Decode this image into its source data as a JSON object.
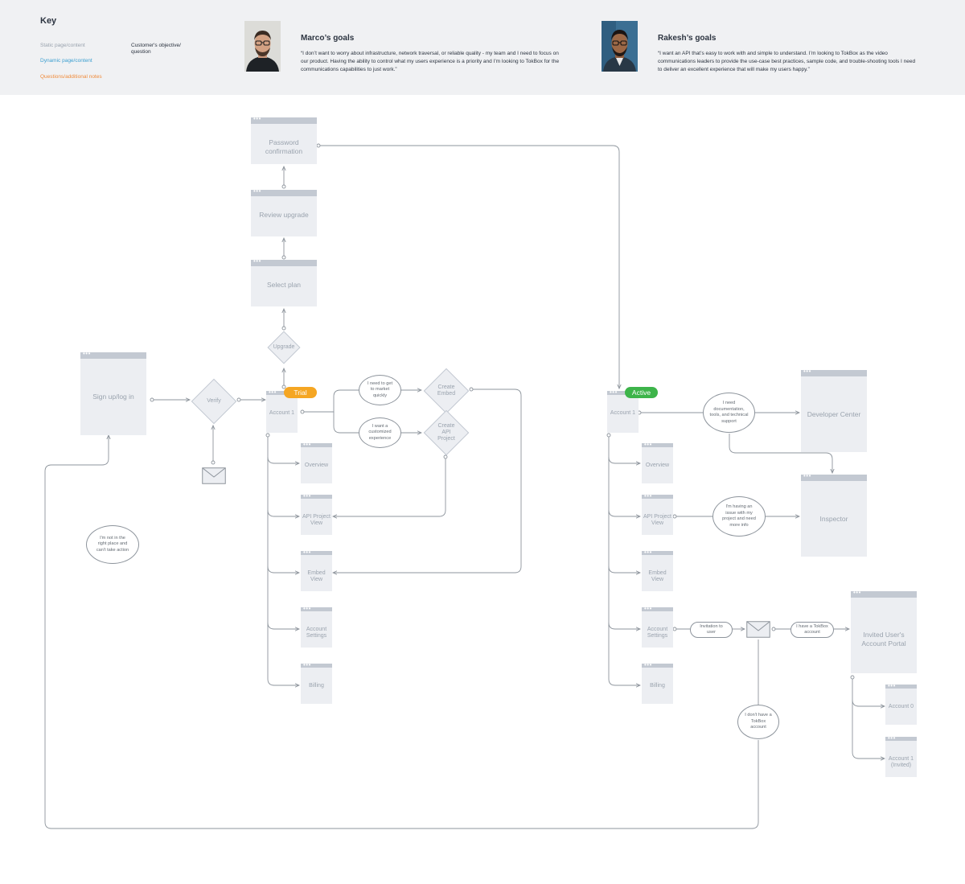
{
  "key": {
    "title": "Key",
    "static_label": "Static page/content",
    "dynamic_label": "Dynamic page/content",
    "notes_label": "Questions/additional notes",
    "objective_label": "Customer's objective/ question",
    "colors": {
      "static": "#9aa3ae",
      "dynamic": "#3b9fd0",
      "notes": "#ef8b3b"
    }
  },
  "personas": [
    {
      "name": "Marco’s goals",
      "quote": "“I don’t want to worry about infrastructure, network traversal, or reliable quality - my team and I need to focus on our product. Having the ability to control what my users experience is a priority and I’m looking to TokBox for the communications capabilities to just work.”"
    },
    {
      "name": "Rakesh’s goals",
      "quote": "“I want an API that’s easy to work with and simple to understand. I’m looking to TokBox as the video communications leaders to provide the use-case best practices, sample code, and trouble-shooting tools I need to deliver an excellent experience that will make my users happy.”"
    }
  ],
  "pages": {
    "signup": "Sign up/log in",
    "password": "Password confirmation",
    "review": "Review upgrade",
    "select_plan": "Select plan",
    "trial_account": "Account 1",
    "active_account": "Account 1",
    "developer_center": "Developer Center",
    "inspector": "Inspector",
    "invited_portal": "Invited User's Account Portal",
    "account0": "Account 0",
    "account1_invited": "Account 1 (Invited)",
    "trial_children": [
      "Overview",
      "API Project View",
      "Embed View",
      "Account Settings",
      "Billing"
    ],
    "active_children": [
      "Overview",
      "API Project View",
      "Embed View",
      "Account Settings",
      "Billing"
    ]
  },
  "decisions": {
    "verify": "Verify",
    "upgrade": "Upgrade",
    "create_embed": "Create Embed",
    "create_api_project": "Create API Project"
  },
  "badges": {
    "trial": "Trial",
    "active": "Active",
    "trial_color": "#f5a623",
    "active_color": "#3db44a"
  },
  "bubbles": {
    "market_quickly": "I need to get to market quickly",
    "customized": "I want a customized experience",
    "not_right_place": "I'm not in the right place and can't take action",
    "need_docs": "I need documentation, tools, and technical support",
    "having_issue": "I'm having an issue with my project and need more info",
    "no_account": "I don't have a TokBox account"
  },
  "pills": {
    "invitation": "Invitation to user",
    "have_account": "I have a TokBox account"
  },
  "icons": {
    "email": "envelope-icon"
  }
}
